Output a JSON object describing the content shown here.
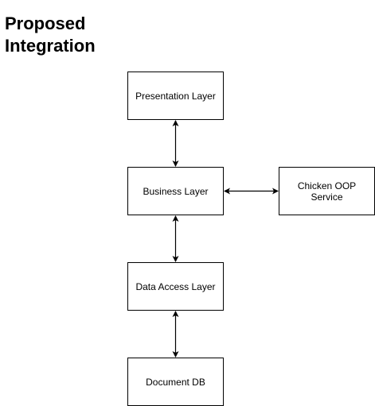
{
  "title": {
    "line1": "Proposed",
    "line2": "Integration"
  },
  "nodes": {
    "presentation_layer": "Presentation Layer",
    "business_layer": "Business Layer",
    "chicken_service": "Chicken OOP\nService",
    "data_access_layer": "Data Access Layer",
    "document_db": "Document DB"
  },
  "connections": [
    {
      "from": "presentation_layer",
      "to": "business_layer",
      "direction": "bidirectional"
    },
    {
      "from": "business_layer",
      "to": "chicken_service",
      "direction": "bidirectional"
    },
    {
      "from": "business_layer",
      "to": "data_access_layer",
      "direction": "bidirectional"
    },
    {
      "from": "data_access_layer",
      "to": "document_db",
      "direction": "bidirectional"
    }
  ],
  "colors": {
    "stroke": "#000000",
    "background": "#ffffff"
  }
}
